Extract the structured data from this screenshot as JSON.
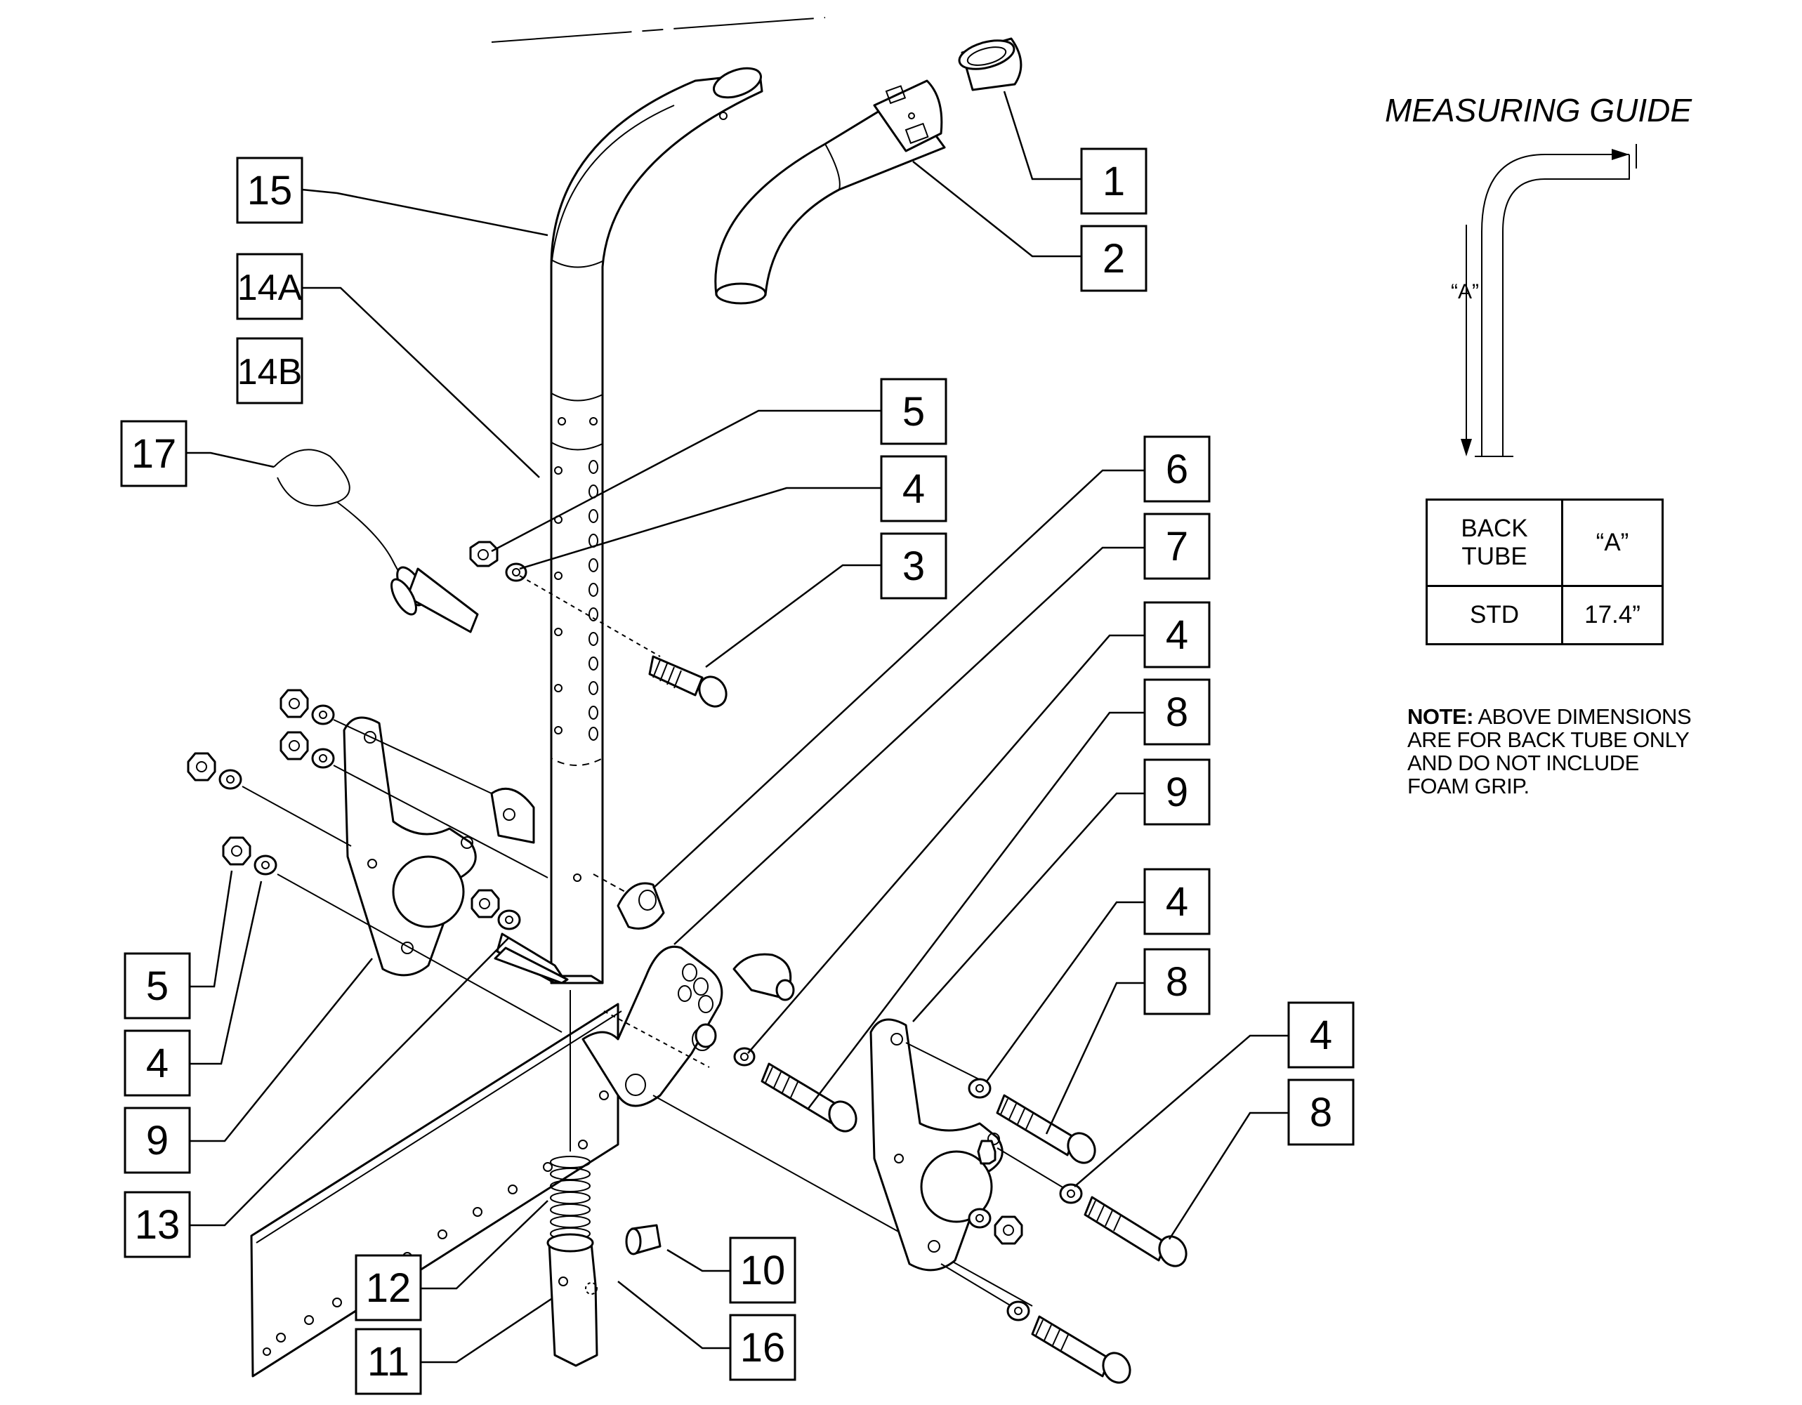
{
  "measuring_guide": {
    "title": "MEASURING GUIDE",
    "dimension_label": "“A”",
    "table": {
      "header_col1_line1": "BACK",
      "header_col1_line2": "TUBE",
      "header_col2": "“A”",
      "row_label": "STD",
      "row_value": "17.4”"
    },
    "note_bold": "NOTE:",
    "note_line1": " ABOVE DIMENSIONS",
    "note_line2": "ARE FOR BACK TUBE ONLY",
    "note_line3": "AND DO NOT INCLUDE",
    "note_line4": "FOAM GRIP."
  },
  "callouts": [
    {
      "id": "c1",
      "label": "1"
    },
    {
      "id": "c2",
      "label": "2"
    },
    {
      "id": "c15",
      "label": "15"
    },
    {
      "id": "c14a",
      "label": "14A"
    },
    {
      "id": "c14b",
      "label": "14B"
    },
    {
      "id": "c17",
      "label": "17"
    },
    {
      "id": "c5a",
      "label": "5"
    },
    {
      "id": "c4a",
      "label": "4"
    },
    {
      "id": "c3",
      "label": "3"
    },
    {
      "id": "c6",
      "label": "6"
    },
    {
      "id": "c7",
      "label": "7"
    },
    {
      "id": "c4b",
      "label": "4"
    },
    {
      "id": "c8a",
      "label": "8"
    },
    {
      "id": "c9a",
      "label": "9"
    },
    {
      "id": "c4c",
      "label": "4"
    },
    {
      "id": "c8b",
      "label": "8"
    },
    {
      "id": "c4d",
      "label": "4"
    },
    {
      "id": "c8c",
      "label": "8"
    },
    {
      "id": "c5b",
      "label": "5"
    },
    {
      "id": "c4e",
      "label": "4"
    },
    {
      "id": "c9b",
      "label": "9"
    },
    {
      "id": "c13",
      "label": "13"
    },
    {
      "id": "c12",
      "label": "12"
    },
    {
      "id": "c11",
      "label": "11"
    },
    {
      "id": "c10",
      "label": "10"
    },
    {
      "id": "c16",
      "label": "16"
    }
  ]
}
